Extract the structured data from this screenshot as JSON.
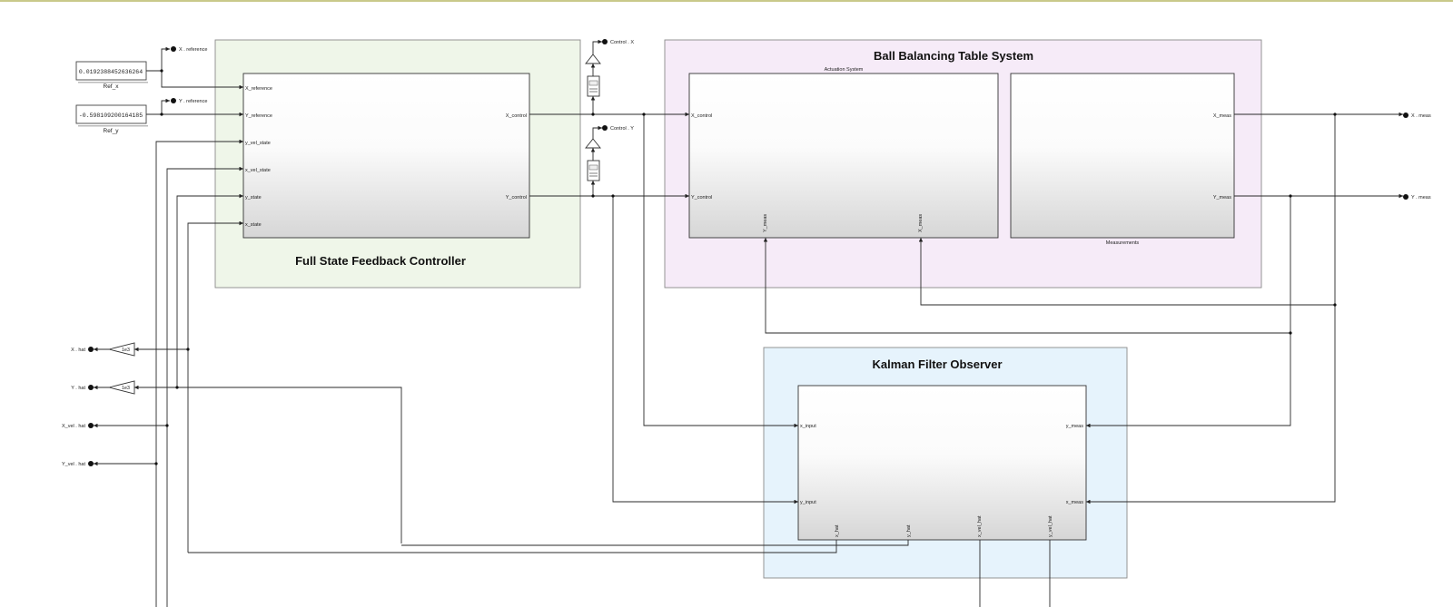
{
  "areas": {
    "controller": "Full State Feedback Controller",
    "plant": "Ball Balancing Table System",
    "observer": "Kalman Filter Observer"
  },
  "constants": {
    "ref_x_value": "0.0192388452636264",
    "ref_x_label": "Ref_x",
    "ref_y_value": "-0.598109200164185",
    "ref_y_label": "Ref_y"
  },
  "goto_tags": {
    "x_reference": "X . reference",
    "y_reference": "Y . reference",
    "control_x": "Control . X",
    "control_y": "Control . Y",
    "x_meas": "X . meas",
    "y_meas": "Y . meas",
    "x_hat": "X . hat",
    "y_hat": "Y . hat",
    "x_vel_hat": "X_vel . hat",
    "y_vel_hat": "Y_vel . hat"
  },
  "gains": {
    "to_x_hat": "1e3",
    "to_y_hat": "1e3"
  },
  "controller_ports": {
    "in": [
      "X_reference",
      "Y_reference",
      "y_vel_state",
      "x_vel_state",
      "y_state",
      "x_state"
    ],
    "out": [
      "X_control",
      "Y_control"
    ]
  },
  "actuation": {
    "title": "Actuation System",
    "in": [
      "X_control",
      "Y_control"
    ],
    "bottom": [
      "Y_meas",
      "X_meas"
    ]
  },
  "measurements": {
    "title": "Measurements",
    "out": [
      "X_meas",
      "Y_meas"
    ]
  },
  "observer_ports": {
    "in_left": [
      "x_input",
      "y_input"
    ],
    "in_right": [
      "y_meas",
      "x_meas"
    ],
    "bottom_out": [
      "x_hat",
      "y_hat",
      "x_vel_hat",
      "y_vel_hat"
    ]
  },
  "icons": {
    "gain_triangle": "gain-triangle-icon",
    "scope": "scope-icon",
    "goto_dot": "goto-tag-icon"
  },
  "colors": {
    "controller_area": "#eff6e9",
    "plant_area": "#f6ebf8",
    "observer_area": "#e6f3fc",
    "subsystem_top": "#ffffff",
    "subsystem_bottom": "#d6d6d6"
  }
}
